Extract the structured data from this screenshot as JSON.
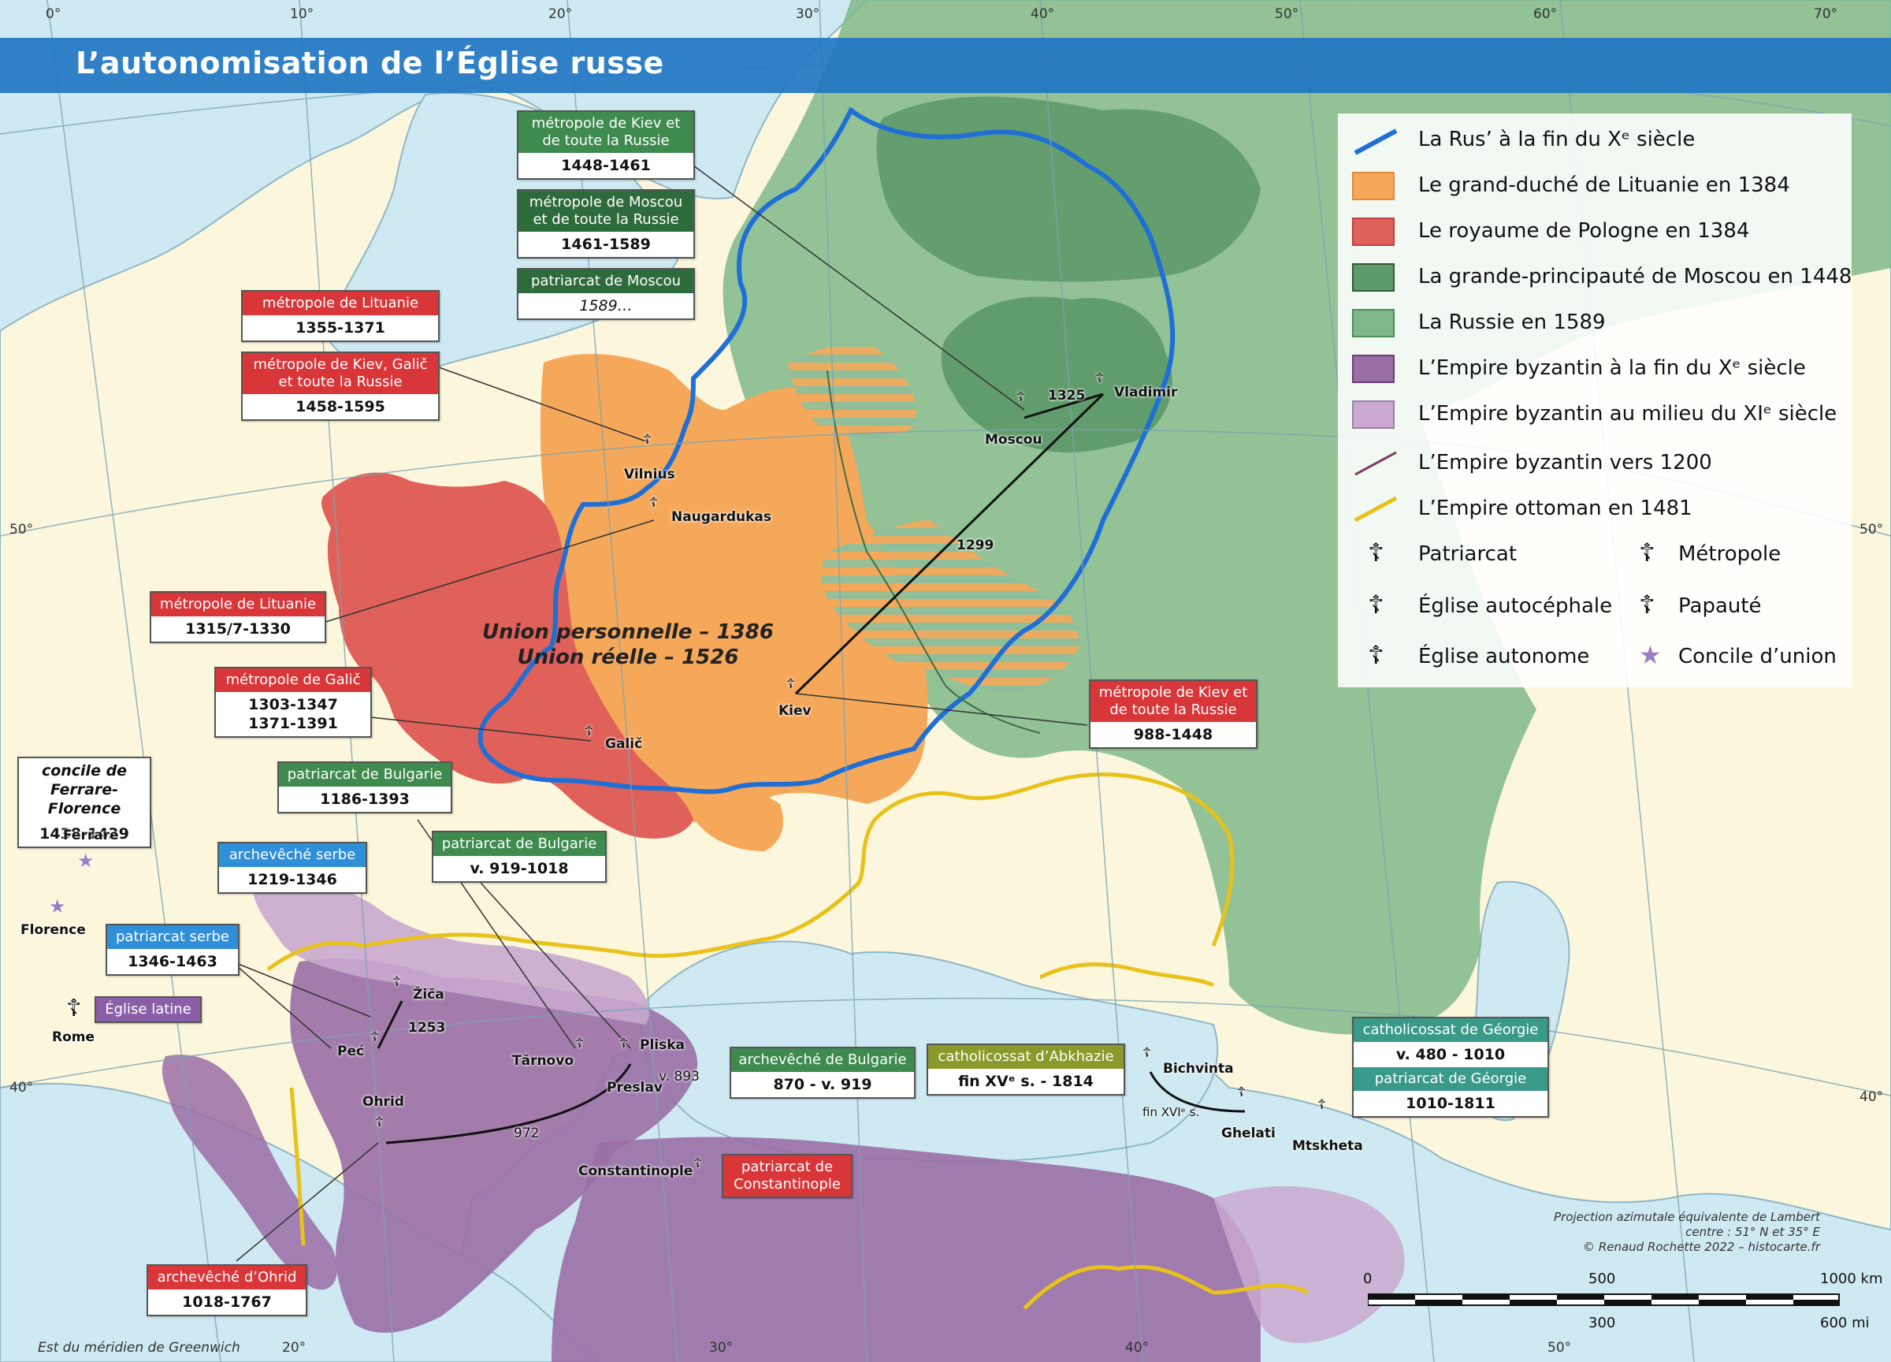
{
  "title": "L’autonomisation de l’Église russe",
  "graticule": {
    "lon_top": [
      "0°",
      "10°",
      "20°",
      "30°",
      "40°",
      "50°",
      "60°",
      "70°"
    ],
    "lat_left": [
      "50°",
      "40°"
    ],
    "lat_right": [
      "50°",
      "40°"
    ],
    "lon_bottom": [
      "20°",
      "30°",
      "40°",
      "50°"
    ]
  },
  "legend": {
    "rus": "La Rus’ à la fin du Xᵉ siècle",
    "lituanie": "Le grand-duché de Lituanie en 1384",
    "pologne": "Le royaume de Pologne en 1384",
    "moscou": "La grande-principauté de Moscou en 1448",
    "russie": "La Russie en 1589",
    "byz_x": "L’Empire byzantin à la fin du Xᵉ siècle",
    "byz_xi": "L’Empire byzantin au milieu du XIᵉ siècle",
    "byz_1200": "L’Empire byzantin vers 1200",
    "ottoman": "L’Empire ottoman en 1481",
    "patriarcat": "Patriarcat",
    "metropole": "Métropole",
    "autocephale": "Église autocéphale",
    "papaute": "Papauté",
    "autonome": "Église autonome",
    "concile": "Concile d’union"
  },
  "colors": {
    "rus": "#1f6fd6",
    "lituanie": "#f5a85a",
    "pologne": "#e0605a",
    "moscou": "#5f9a6a",
    "russie": "#7fb88a",
    "byz_x": "#9a6fa6",
    "byz_xi": "#c9a9cf",
    "byz_1200": "#7a3f6a",
    "ottoman": "#e8c21a",
    "concile": "#9a7fc4"
  },
  "boxes": {
    "kiev1448_h": "métropole de Kiev et de toute la Russie",
    "kiev1448_d": "1448-1461",
    "moscou1461_h": "métropole de Moscou et de toute la Russie",
    "moscou1461_d": "1461-1589",
    "patmoscou_h": "patriarcat de Moscou",
    "patmoscou_d": "1589…",
    "lit1355_h": "métropole de Lituanie",
    "lit1355_d": "1355-1371",
    "kievgalic_h": "métropole de Kiev, Galič et toute la Russie",
    "kievgalic_d": "1458-1595",
    "lit1315_h": "métropole de Lituanie",
    "lit1315_d": "1315/7-1330",
    "galic_h": "métropole de Galič",
    "galic_d1": "1303-1347",
    "galic_d2": "1371-1391",
    "concile_h": "concile de Ferrare-Florence",
    "concile_d": "1438-1439",
    "bulg1186_h": "patriarcat de Bulgarie",
    "bulg1186_d": "1186-1393",
    "bulg919_h": "patriarcat de Bulgarie",
    "bulg919_d": "v. 919-1018",
    "serbe1219_h": "archevêché serbe",
    "serbe1219_d": "1219-1346",
    "patserbe_h": "patriarcat serbe",
    "patserbe_d": "1346-1463",
    "latine": "Église latine",
    "kiev988_h": "métropole de Kiev et de toute la Russie",
    "kiev988_d": "988-1448",
    "archbulg_h": "archevêché de Bulgarie",
    "archbulg_d": "870 - v. 919",
    "abkh_h": "catholicossat d’Abkhazie",
    "abkh_d": "fin XVᵉ s. - 1814",
    "georg_h": "catholicossat de Géorgie",
    "georg_d": "v. 480 - 1010",
    "patgeorg_h": "patriarcat de Géorgie",
    "patgeorg_d": "1010-1811",
    "constpat_h": "patriarcat de Constantinople",
    "ohrid_h": "archevêché d’Ohrid",
    "ohrid_d": "1018-1767"
  },
  "cities": {
    "vladimir": "Vladimir",
    "moscou": "Moscou",
    "vilnius": "Vilnius",
    "naugardukas": "Naugardukas",
    "kiev": "Kiev",
    "galic": "Galič",
    "ferrare": "Ferrare",
    "florence": "Florence",
    "rome": "Rome",
    "zica": "Žiča",
    "pec": "Peć",
    "turnovo": "Tărnovo",
    "preslav": "Preslav",
    "pliska": "Pliska",
    "ohrid": "Ohrid",
    "constantinople": "Constantinople",
    "bichvinta": "Bichvinta",
    "ghelati": "Ghelati",
    "mtskheta": "Mtskheta"
  },
  "arrow_labels": {
    "a1325": "1325",
    "a1299": "1299",
    "a1253": "1253",
    "a893": "v. 893",
    "a972": "972",
    "afin": "fin XVIᵉ s."
  },
  "union_l1": "Union personnelle – 1386",
  "union_l2": "Union réelle – 1526",
  "credit_l1": "Projection azimutale équivalente de Lambert",
  "credit_l2": "centre : 51° N et 35° E",
  "credit_l3": "© Renaud Rochette 2022 – histocarte.fr",
  "scale": {
    "km0": "0",
    "km500": "500",
    "km1000": "1000 km",
    "mi300": "300",
    "mi600": "600 mi"
  },
  "greenwich": "Est du méridien de Greenwich"
}
